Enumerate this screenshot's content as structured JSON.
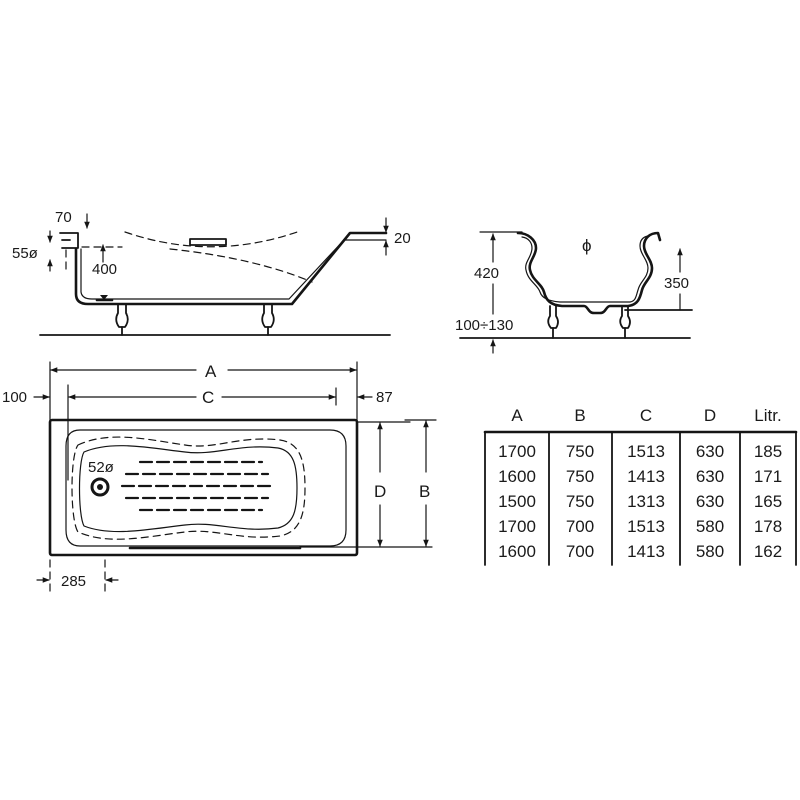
{
  "side_view": {
    "rim_width": "70",
    "overflow_diameter": "55ø",
    "overflow_height": "400",
    "rim_thickness": "20"
  },
  "end_view": {
    "total_height": "420",
    "diameter_symbol": "ϕ",
    "inner_height": "350",
    "foot_height": "100÷130"
  },
  "top_view": {
    "length": "A",
    "left_offset": "100",
    "inner_length": "C",
    "right_offset": "87",
    "drain_diameter": "52ø",
    "inner_width": "D",
    "width": "B",
    "drain_offset": "285"
  },
  "table": {
    "headers": [
      "A",
      "B",
      "C",
      "D",
      "Litr."
    ],
    "rows": [
      [
        "1700",
        "750",
        "1513",
        "630",
        "185"
      ],
      [
        "1600",
        "750",
        "1413",
        "630",
        "171"
      ],
      [
        "1500",
        "750",
        "1313",
        "630",
        "165"
      ],
      [
        "1700",
        "700",
        "1513",
        "580",
        "178"
      ],
      [
        "1600",
        "700",
        "1413",
        "580",
        "162"
      ]
    ]
  }
}
